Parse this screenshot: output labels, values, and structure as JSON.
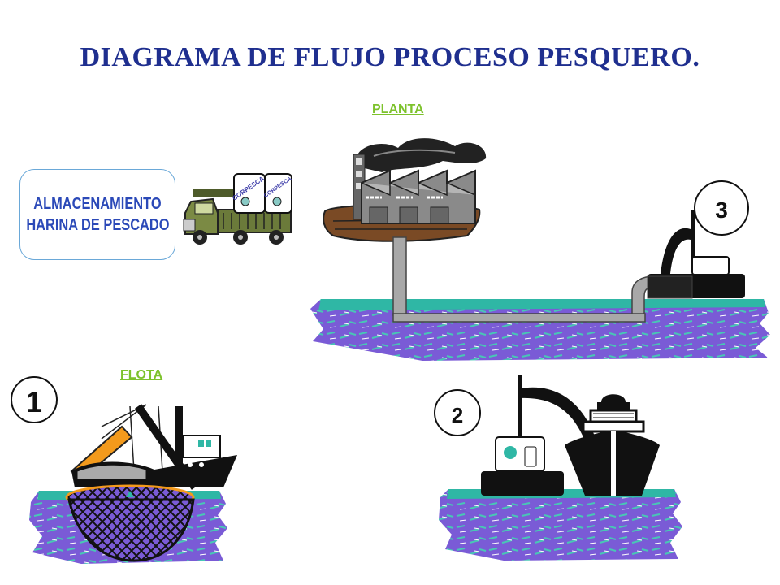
{
  "title": "DIAGRAMA DE  FLUJO PROCESO PESQUERO.",
  "links": {
    "planta": "PLANTA",
    "flota": "FLOTA"
  },
  "storage": {
    "line1": "ALMACENAMIENTO",
    "line2": "HARINA DE PESCADO"
  },
  "truck": {
    "bag_label": "CORPESCA"
  },
  "steps": {
    "one": "1",
    "two": "2",
    "three": "3"
  },
  "colors": {
    "title": "#1f2f8f",
    "link": "#7dc22c",
    "storage_text": "#2b49b8",
    "water_top": "#2fb7a5",
    "water_main": "#7a5bd6",
    "truck_body": "#6b7a3a"
  }
}
